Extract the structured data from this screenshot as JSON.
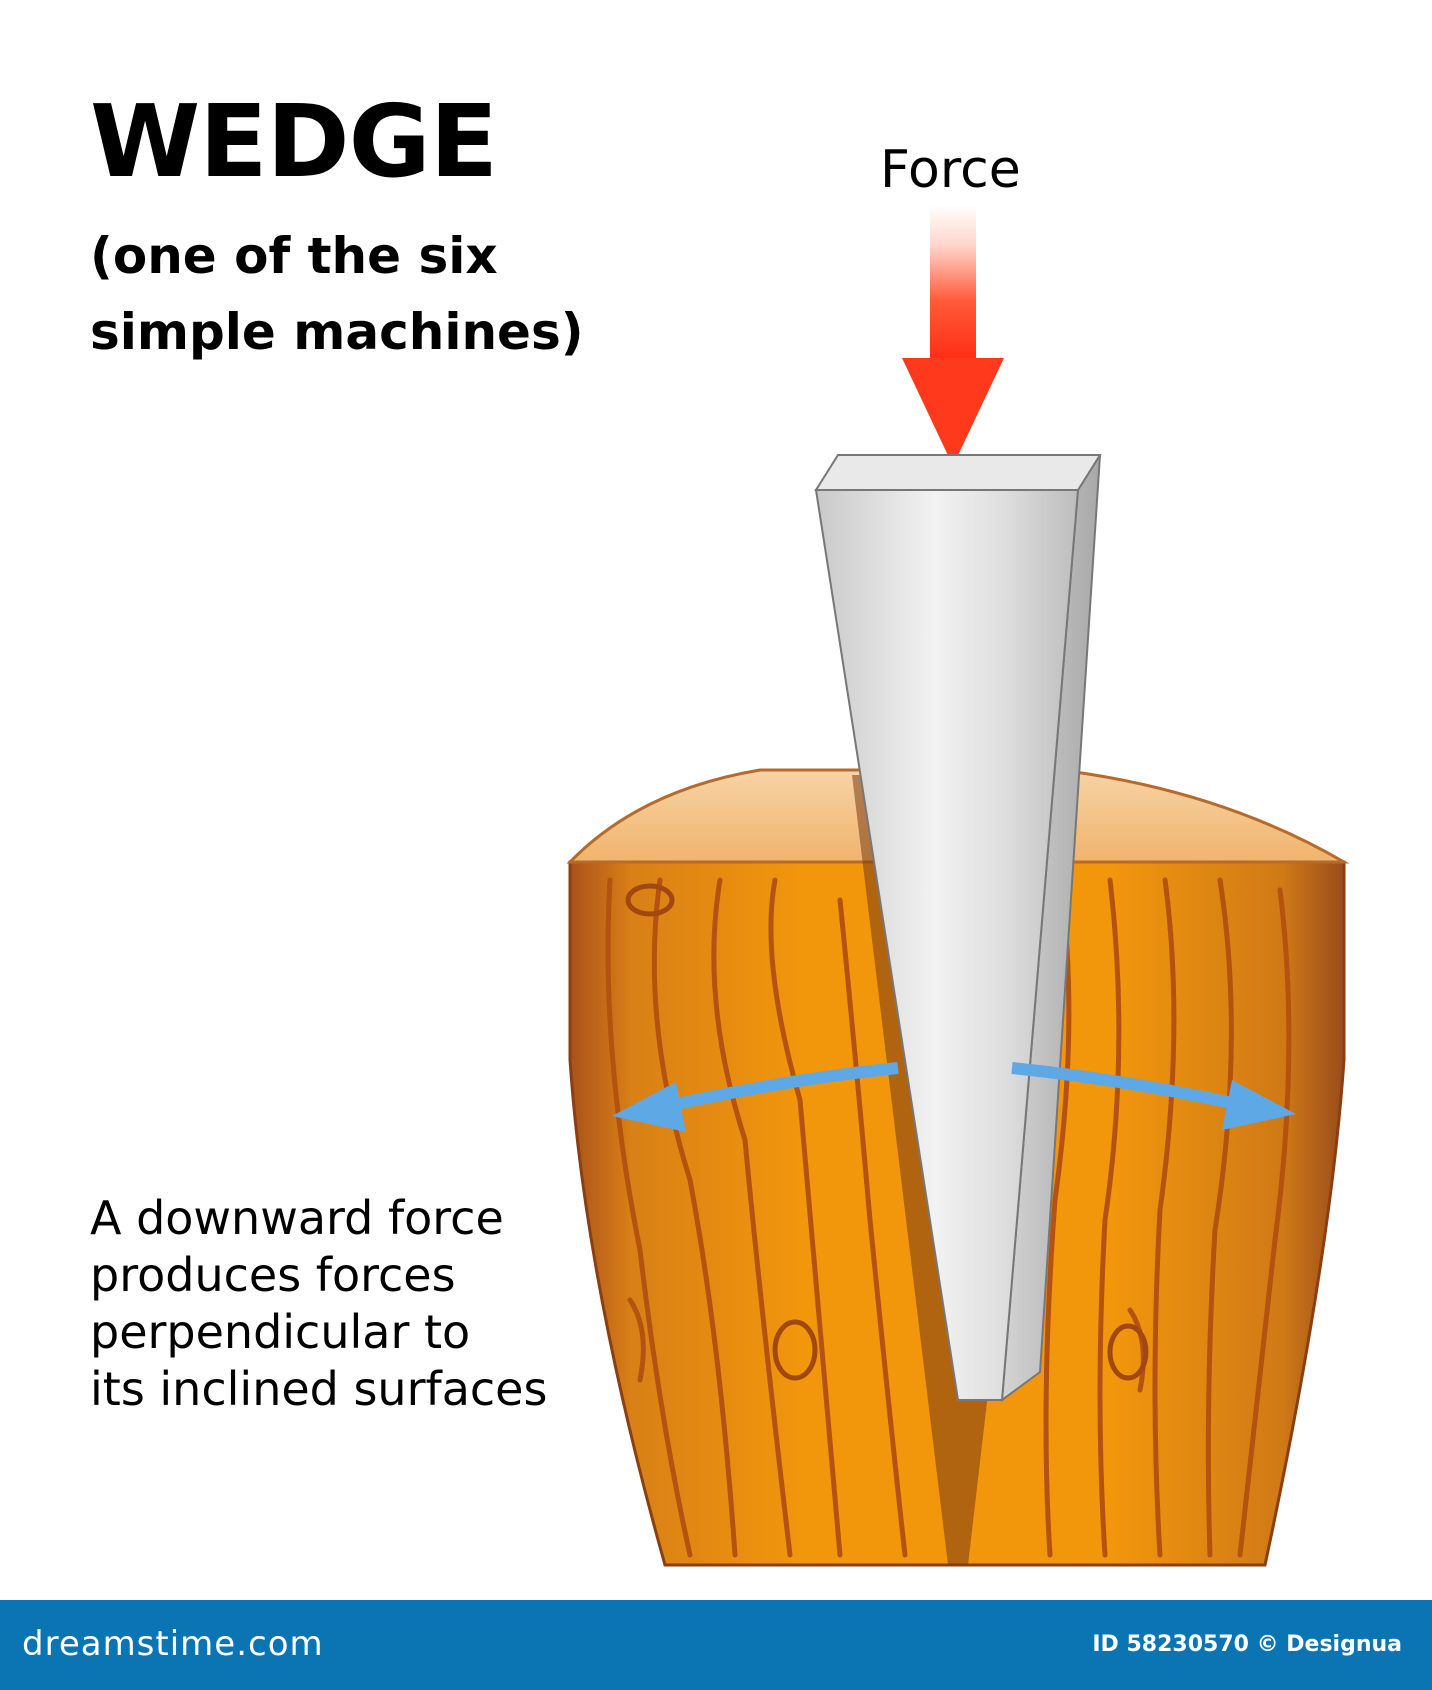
{
  "title": "WEDGE",
  "subtitle": {
    "line1": "(one of the six",
    "line2": "simple machines)"
  },
  "force_label": "Force",
  "description": {
    "line1": "A downward force",
    "line2": "produces forces",
    "line3": "perpendicular to",
    "line4": "its inclined surfaces"
  },
  "footer": {
    "logo_text": "dreamstime.com",
    "credit": "ID 58230570 © Designua"
  },
  "colors": {
    "force_arrow": "#ff3b1f",
    "split_arrows": "#5fa8e6",
    "wood": "#e8900f",
    "wood_grain": "#b4520f",
    "wedge_metal": "#d8d8d8",
    "footer": "#0b75b4"
  }
}
